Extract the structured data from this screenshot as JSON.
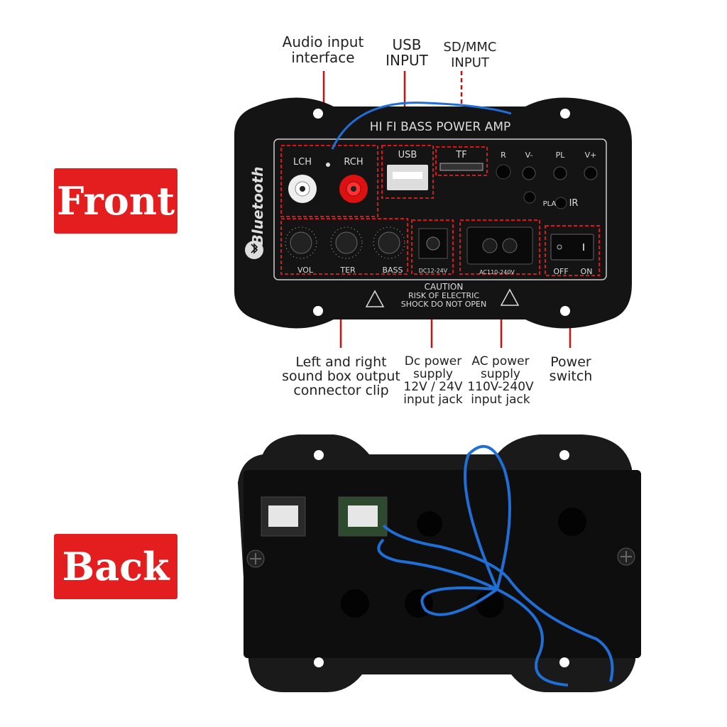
{
  "labels": {
    "front": "Front",
    "back": "Back"
  },
  "callouts": {
    "audio_input": "Audio input\ninterface",
    "usb_input": "USB\nINPUT",
    "sd_input": "SD/MMC\nINPUT",
    "speaker_output": "Left and right\nsound box output\nconnector clip",
    "dc_power": "Dc power\nsupply\n12V / 24V\ninput jack",
    "ac_power": "AC power\nsupply\n110V-240V\ninput jack",
    "power_switch": "Power\nswitch"
  },
  "panel": {
    "title": "HI FI BASS POWER AMP",
    "brand": "Bluetooth",
    "lch": "LCH",
    "rch": "RCH",
    "usb": "USB",
    "tf": "TF",
    "r_icon": "R",
    "v_minus": "V-",
    "pl": "PL",
    "v_plus": "V+",
    "pla": "PLA",
    "ir": "IR",
    "vol": "VOL",
    "ter": "TER",
    "bass": "BASS",
    "dc": "DC12-24V",
    "ac": "AC110-240V",
    "off": "OFF",
    "on": "ON",
    "caution": "CAUTION",
    "risk": "RISK OF ELECTRIC",
    "shock": "SHOCK DO NOT OPEN"
  },
  "colors": {
    "tag_red": "#e41e1e",
    "callout_line": "#cc1111",
    "panel_black": "#141414",
    "wire_blue": "#1f6fd6"
  }
}
